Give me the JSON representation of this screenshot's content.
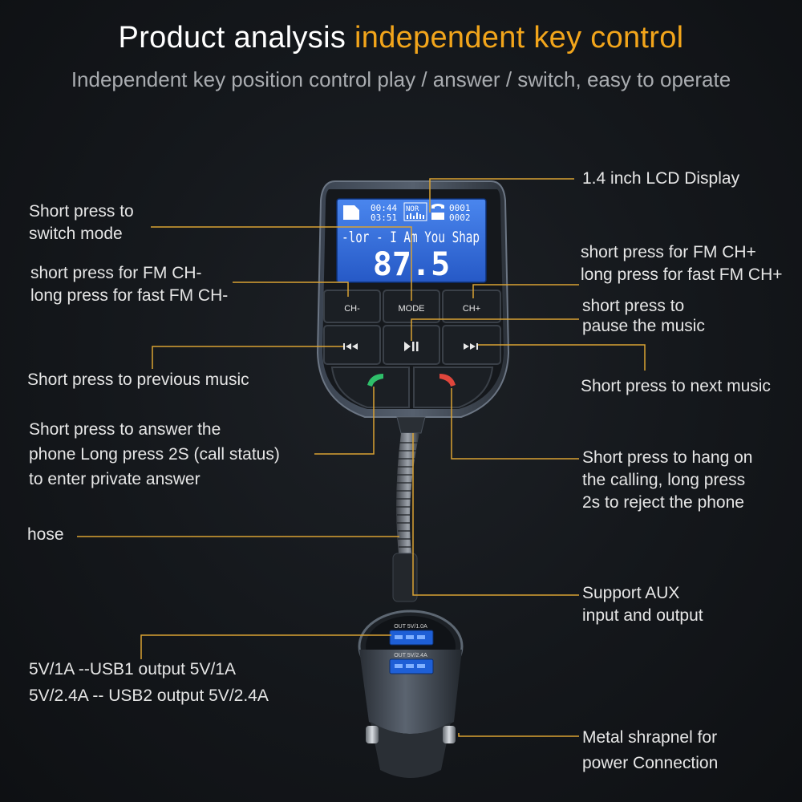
{
  "header": {
    "title_main": "Product analysis",
    "title_accent": "independent key control",
    "subtitle": "Independent key position control play / answer / switch, easy to operate"
  },
  "colors": {
    "accent": "#f2a51b",
    "leader_line": "#d9a233",
    "lcd_blue": "#2f6bd8",
    "answer_green": "#2fbf6a",
    "hangup_red": "#e0463c"
  },
  "labels": {
    "lcd_display": "1.4 inch LCD Display",
    "mode": [
      "Short press to",
      "switch mode"
    ],
    "ch_minus": [
      "short press for FM CH-",
      "long press for fast FM CH-"
    ],
    "ch_plus": [
      "short press for FM CH+",
      "long press for fast FM CH+"
    ],
    "pause": [
      "short press to",
      "pause the music"
    ],
    "previous": "Short press to previous music",
    "next": "Short press to next music",
    "answer": [
      "Short press to answer the",
      "phone Long press 2S (call status)",
      "to enter private answer"
    ],
    "hangup": [
      "Short press to hang on",
      "the calling, long press",
      "2s to reject the phone"
    ],
    "hose": "hose",
    "aux": [
      "Support AUX",
      "input and output"
    ],
    "usb": [
      "5V/1A  --USB1 output 5V/1A",
      "5V/2.4A  -- USB2 output 5V/2.4A"
    ],
    "shrapnel": [
      "Metal shrapnel for",
      "power Connection"
    ]
  },
  "device": {
    "lcd": {
      "time_top": "00:44",
      "time_bottom": "03:51",
      "mode_tag": "NOR",
      "track_top": "0001",
      "track_bottom": "0002",
      "song_text": "-lor - I Am You Shap",
      "frequency": "87.5"
    },
    "buttons": {
      "ch_minus": "CH-",
      "mode": "MODE",
      "ch_plus": "CH+"
    },
    "usb_ports": {
      "port1": "OUT 5V/1.0A",
      "port2": "OUT 5V/2.4A"
    },
    "icons": [
      "previous-icon",
      "play-pause-icon",
      "next-icon",
      "answer-phone-icon",
      "hangup-phone-icon"
    ]
  }
}
